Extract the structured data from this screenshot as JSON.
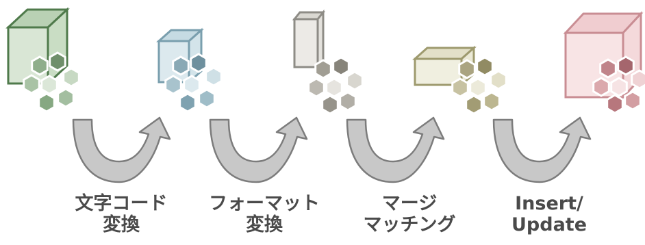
{
  "steps": [
    {
      "line1": "文字コード",
      "line2": "変換",
      "color": "#6a8f67"
    },
    {
      "line1": "フォーマット",
      "line2": "変換",
      "color": "#8aa9b5"
    },
    {
      "line1": "マージ",
      "line2": "マッチング",
      "color": "#9a8e6c"
    },
    {
      "line1": "Insert/",
      "line2": "Update",
      "color": "#c0848a"
    }
  ],
  "colors": {
    "step1_box": "#d9e6d5",
    "step1_edge": "#4f7a4b",
    "step2_box": "#dce9ee",
    "step2_edge": "#7a9fae",
    "step3_bar": "#eceae6",
    "step3_edge": "#8e8c86",
    "step4_box": "#f0efe0",
    "step4_edge": "#9e9a6e",
    "step5_box": "#f8e4e5",
    "step5_edge": "#c98d93",
    "arrow_fill": "#c8c8c8",
    "arrow_edge": "#7c7c7c"
  }
}
